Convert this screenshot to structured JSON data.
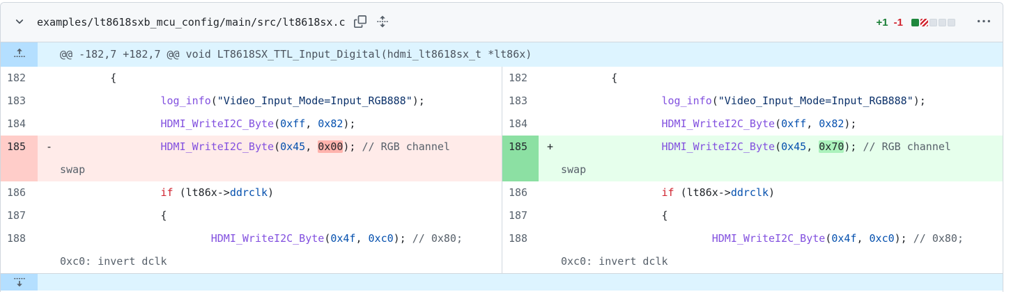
{
  "header": {
    "file_path": "examples/lt8618sxb_mcu_config/main/src/lt8618sx.c",
    "additions": "+1",
    "deletions": "-1",
    "diffstat": [
      "deletion-first-green",
      "addition",
      "deletion",
      "neutral",
      "neutral",
      "neutral"
    ],
    "diffstat_squares": [
      "addition",
      "deletion",
      "neutral",
      "neutral",
      "neutral"
    ],
    "icons": [
      "chevron-down-icon",
      "copy-icon",
      "unfold-icon",
      "kebab-horizontal-icon"
    ]
  },
  "colors": {
    "addition_text": "#1a7f37",
    "deletion_text": "#d1242f",
    "addition_line_bg": "#e6ffec",
    "addition_gutter_bg": "#8ce0a3",
    "addition_word_bg": "#abf2bc",
    "deletion_line_bg": "#ffebe9",
    "deletion_gutter_bg": "#ffcdc9",
    "deletion_word_bg": "#ffb3ad",
    "hunk_bg": "#ddf4ff",
    "hunk_button_bg": "#b4dfff",
    "header_bg": "#f6f8fa",
    "border": "#d0d7de",
    "function_color": "#8250df",
    "string_color": "#0a3069",
    "constant_color": "#0550ae",
    "keyword_color": "#cf222e",
    "comment_color": "#57606a"
  },
  "diff": {
    "hunk_header": "@@ -182,7 +182,7 @@ void LT8618SX_TTL_Input_Digital(hdmi_lt8618sx_t *lt86x)",
    "rows": [
      {
        "left": {
          "num": "182",
          "kind": "ctx",
          "marker": "",
          "segs": [
            [
              "        {",
              "pl"
            ]
          ]
        },
        "right": {
          "num": "182",
          "kind": "ctx",
          "marker": "",
          "segs": [
            [
              "        {",
              "pl"
            ]
          ]
        }
      },
      {
        "left": {
          "num": "183",
          "kind": "ctx",
          "marker": "",
          "segs": [
            [
              "                ",
              "pl"
            ],
            [
              "log_info",
              "fn"
            ],
            [
              "(",
              "pl"
            ],
            [
              "\"Video_Input_Mode=Input_RGB888\"",
              "str"
            ],
            [
              ");",
              "pl"
            ]
          ]
        },
        "right": {
          "num": "183",
          "kind": "ctx",
          "marker": "",
          "segs": [
            [
              "                ",
              "pl"
            ],
            [
              "log_info",
              "fn"
            ],
            [
              "(",
              "pl"
            ],
            [
              "\"Video_Input_Mode=Input_RGB888\"",
              "str"
            ],
            [
              ");",
              "pl"
            ]
          ]
        }
      },
      {
        "left": {
          "num": "184",
          "kind": "ctx",
          "marker": "",
          "segs": [
            [
              "                ",
              "pl"
            ],
            [
              "HDMI_WriteI2C_Byte",
              "fn"
            ],
            [
              "(",
              "pl"
            ],
            [
              "0xff",
              "cst"
            ],
            [
              ", ",
              "pl"
            ],
            [
              "0x82",
              "cst"
            ],
            [
              ");",
              "pl"
            ]
          ]
        },
        "right": {
          "num": "184",
          "kind": "ctx",
          "marker": "",
          "segs": [
            [
              "                ",
              "pl"
            ],
            [
              "HDMI_WriteI2C_Byte",
              "fn"
            ],
            [
              "(",
              "pl"
            ],
            [
              "0xff",
              "cst"
            ],
            [
              ", ",
              "pl"
            ],
            [
              "0x82",
              "cst"
            ],
            [
              ");",
              "pl"
            ]
          ]
        }
      },
      {
        "left": {
          "num": "185",
          "kind": "del",
          "marker": "-",
          "segs": [
            [
              "                ",
              "pl"
            ],
            [
              "HDMI_WriteI2C_Byte",
              "fn"
            ],
            [
              "(",
              "pl"
            ],
            [
              "0x45",
              "cst"
            ],
            [
              ", ",
              "pl"
            ],
            [
              "0x00",
              "pl hld"
            ],
            [
              "); ",
              "pl"
            ],
            [
              "// RGB channel swap",
              "cm"
            ]
          ]
        },
        "right": {
          "num": "185",
          "kind": "add",
          "marker": "+",
          "segs": [
            [
              "                ",
              "pl"
            ],
            [
              "HDMI_WriteI2C_Byte",
              "fn"
            ],
            [
              "(",
              "pl"
            ],
            [
              "0x45",
              "cst"
            ],
            [
              ", ",
              "pl"
            ],
            [
              "0x70",
              "pl hla"
            ],
            [
              "); ",
              "pl"
            ],
            [
              "// RGB channel swap",
              "cm"
            ]
          ]
        }
      },
      {
        "left": {
          "num": "186",
          "kind": "ctx",
          "marker": "",
          "segs": [
            [
              "                ",
              "pl"
            ],
            [
              "if",
              "kw"
            ],
            [
              " (lt86x->",
              "pl"
            ],
            [
              "ddrclk",
              "cst"
            ],
            [
              ")",
              "pl"
            ]
          ]
        },
        "right": {
          "num": "186",
          "kind": "ctx",
          "marker": "",
          "segs": [
            [
              "                ",
              "pl"
            ],
            [
              "if",
              "kw"
            ],
            [
              " (lt86x->",
              "pl"
            ],
            [
              "ddrclk",
              "cst"
            ],
            [
              ")",
              "pl"
            ]
          ]
        }
      },
      {
        "left": {
          "num": "187",
          "kind": "ctx",
          "marker": "",
          "segs": [
            [
              "                {",
              "pl"
            ]
          ]
        },
        "right": {
          "num": "187",
          "kind": "ctx",
          "marker": "",
          "segs": [
            [
              "                {",
              "pl"
            ]
          ]
        }
      },
      {
        "left": {
          "num": "188",
          "kind": "ctx",
          "marker": "",
          "segs": [
            [
              "                        ",
              "pl"
            ],
            [
              "HDMI_WriteI2C_Byte",
              "fn"
            ],
            [
              "(",
              "pl"
            ],
            [
              "0x4f",
              "cst"
            ],
            [
              ", ",
              "pl"
            ],
            [
              "0xc0",
              "cst"
            ],
            [
              "); ",
              "pl"
            ],
            [
              "// 0x80; 0xc0: invert dclk",
              "cm"
            ]
          ]
        },
        "right": {
          "num": "188",
          "kind": "ctx",
          "marker": "",
          "segs": [
            [
              "                        ",
              "pl"
            ],
            [
              "HDMI_WriteI2C_Byte",
              "fn"
            ],
            [
              "(",
              "pl"
            ],
            [
              "0x4f",
              "cst"
            ],
            [
              ", ",
              "pl"
            ],
            [
              "0xc0",
              "cst"
            ],
            [
              "); ",
              "pl"
            ],
            [
              "// 0x80; 0xc0: invert dclk",
              "cm"
            ]
          ]
        }
      }
    ]
  }
}
